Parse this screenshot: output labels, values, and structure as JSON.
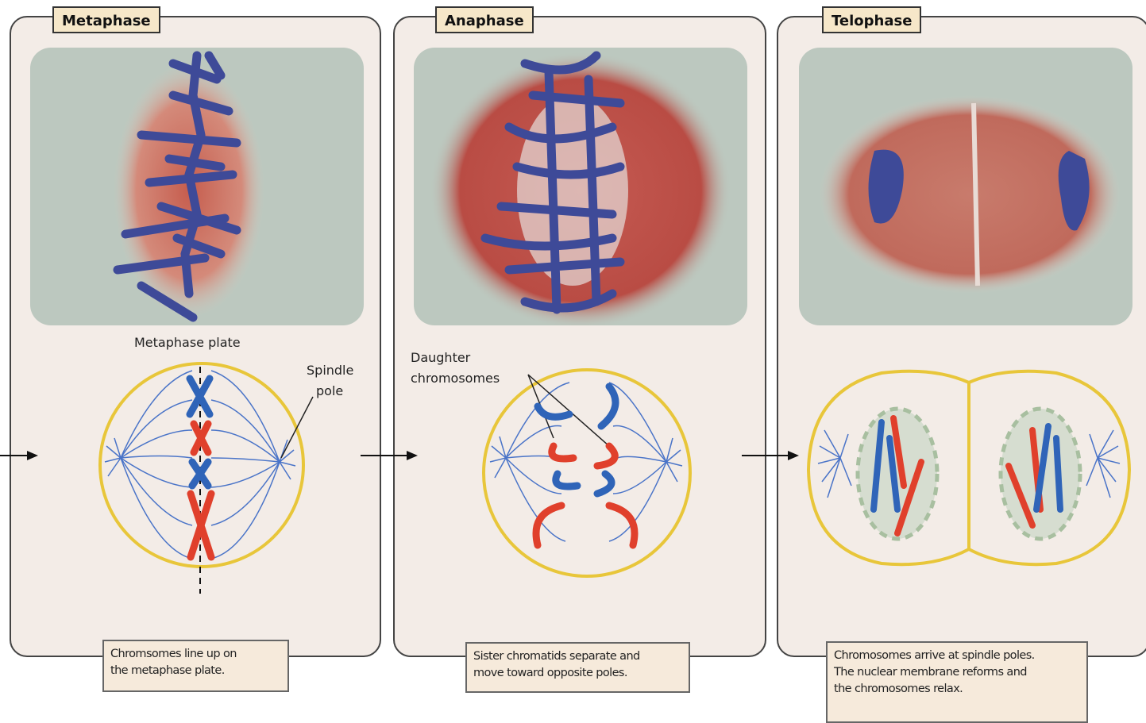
{
  "panels": [
    {
      "title": "Metaphase",
      "caption": [
        "Chromsomes line up on",
        "the metaphase plate."
      ],
      "labels": {
        "plate": "Metaphase plate",
        "spindle_1": "Spindle",
        "spindle_2": "pole"
      }
    },
    {
      "title": "Anaphase",
      "caption": [
        "Sister chromatids separate and",
        "move toward opposite poles."
      ],
      "labels": {
        "daughter_1": "Daughter",
        "daughter_2": "chromosomes"
      }
    },
    {
      "title": "Telophase",
      "caption": [
        "Chromosomes arrive at spindle poles.",
        "The nuclear membrane reforms and",
        "the chromosomes relax."
      ]
    }
  ],
  "colors": {
    "panel_bg": "#f3ece7",
    "tab_bg": "#f6e7c9",
    "cell_outline": "#e8c63a",
    "spindle": "#4a74c8",
    "chromosome_blue": "#2f64b8",
    "chromosome_red": "#e0402c",
    "nucleus_fill": "#d6ddd0",
    "nucleus_outline": "#a8bfa0"
  }
}
